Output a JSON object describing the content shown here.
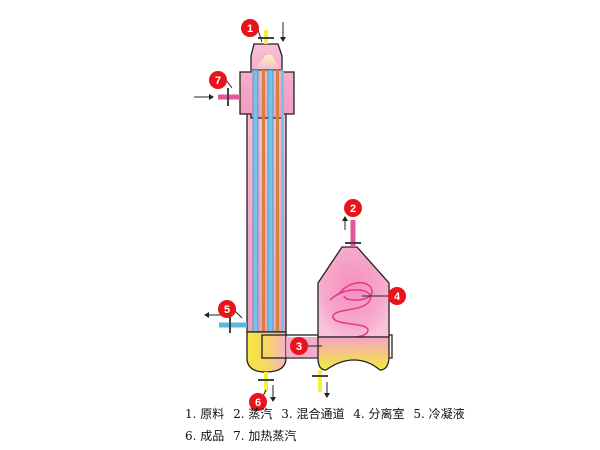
{
  "callouts": [
    {
      "id": "1",
      "name": "原料"
    },
    {
      "id": "2",
      "name": "蒸汽"
    },
    {
      "id": "3",
      "name": "混合通道"
    },
    {
      "id": "4",
      "name": "分离室"
    },
    {
      "id": "5",
      "name": "冷凝液"
    },
    {
      "id": "6",
      "name": "成品"
    },
    {
      "id": "7",
      "name": "加热蒸汽"
    }
  ],
  "legend": {
    "line1": [
      "1. 原料",
      "2. 蒸汽",
      "3. 混合通道",
      "4. 分离室",
      "5. 冷凝液"
    ],
    "line2": [
      "6. 成品",
      "7. 加热蒸汽"
    ]
  },
  "colors": {
    "callout_badge": "#e8141c",
    "shell_pink": "#f4a7c8",
    "tube_blue": "#6fc6ea",
    "tube_orange": "#d2843c",
    "feed_yellow": "#f5f03a",
    "heating_steam_magenta": "#e0589a",
    "condensate_blue": "#5ab8e0",
    "outline": "#222222"
  }
}
